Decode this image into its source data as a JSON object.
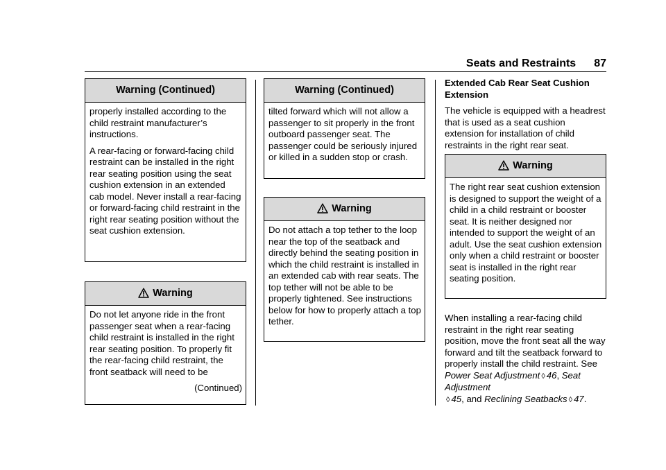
{
  "header": {
    "section_title": "Seats and Restraints",
    "page_number": "87"
  },
  "col1": {
    "box1": {
      "title": "Warning  (Continued)",
      "paragraphs": [
        "properly installed according to the child restraint manufacturer’s instructions.",
        "A rear-facing or forward-facing child restraint can be installed in the right rear seating position using the seat cushion extension in an extended cab model. Never install a rear-facing or forward-facing child restraint in the right rear seating position without the seat cushion extension."
      ]
    },
    "box2": {
      "title": "Warning",
      "body": "Do not let anyone ride in the front passenger seat when a rear-facing child restraint is installed in the right rear seating position. To properly fit the rear-facing child restraint, the front seatback will need to be",
      "continued": "(Continued)"
    }
  },
  "col2": {
    "box1": {
      "title": "Warning  (Continued)",
      "body": "tilted forward which will not allow a passenger to sit properly in the front outboard passenger seat. The passenger could be seriously injured or killed in a sudden stop or crash."
    },
    "box2": {
      "title": "Warning",
      "body": "Do not attach a top tether to the loop near the top of the seatback and directly behind the seating position in which the child restraint is installed in an extended cab with rear seats. The top tether will not be able to be properly tightened. See instructions below for how to properly attach a top tether."
    }
  },
  "col3": {
    "heading": "Extended Cab Rear Seat Cushion Extension",
    "intro": "The vehicle is equipped with a headrest that is used as a seat cushion extension for installation of child restraints in the right rear seat.",
    "box": {
      "title": "Warning",
      "body": "The right rear seat cushion extension is designed to support the weight of a child in a child restraint or booster seat. It is neither designed nor intended to support the weight of an adult. Use the seat cushion extension only when a child restraint or booster seat is installed in the right rear seating position."
    },
    "para2": {
      "text": "When installing a rear-facing child restraint in the right rear seating position, move the front seat all the way forward and tilt the seatback forward to properly install the child restraint. See",
      "ref1": "Power Seat Adjustment",
      "ref1_page": "46",
      "ref2": "Seat Adjustment",
      "ref2_page": "45",
      "and": "and",
      "ref3": "Reclining Seatbacks",
      "ref3_page": "47"
    }
  }
}
